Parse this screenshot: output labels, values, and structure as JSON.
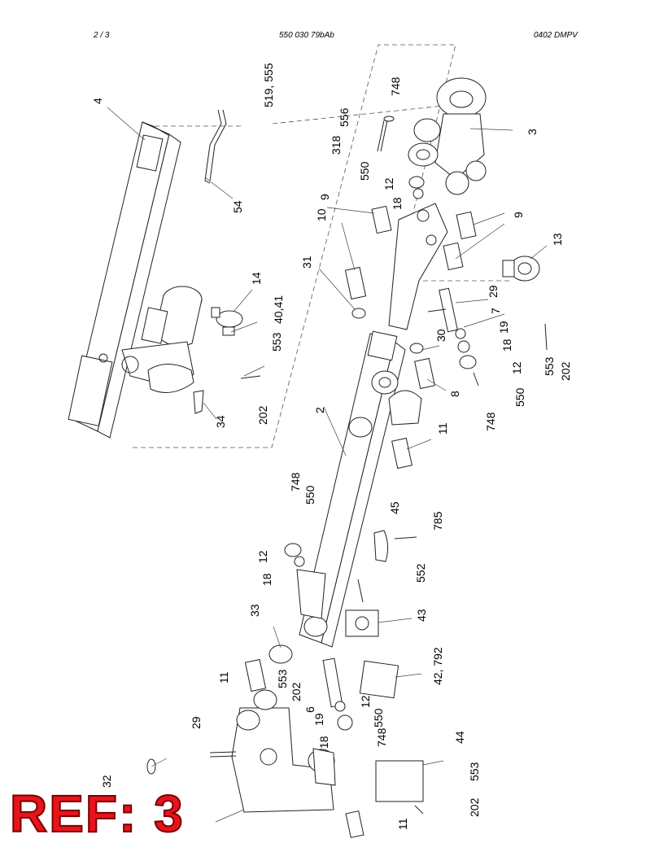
{
  "header": {
    "page": "2 /   3",
    "document": "550 030 79bAb",
    "code": "0402 DMPV"
  },
  "badge": "REF: 3",
  "callouts": [
    "4",
    "519, 555",
    "54",
    "14",
    "40,41",
    "553",
    "202",
    "34",
    "748",
    "556",
    "318",
    "550",
    "12",
    "9",
    "18",
    "3",
    "10",
    "31",
    "9",
    "13",
    "29",
    "7",
    "19",
    "30",
    "18",
    "553",
    "202",
    "12",
    "550",
    "8",
    "748",
    "2",
    "11",
    "748",
    "550",
    "12",
    "18",
    "45",
    "785",
    "552",
    "33",
    "43",
    "11",
    "553",
    "202",
    "6",
    "42, 792",
    "19",
    "12",
    "550",
    "29",
    "18",
    "748",
    "44",
    "32",
    "553",
    "11",
    "202"
  ]
}
